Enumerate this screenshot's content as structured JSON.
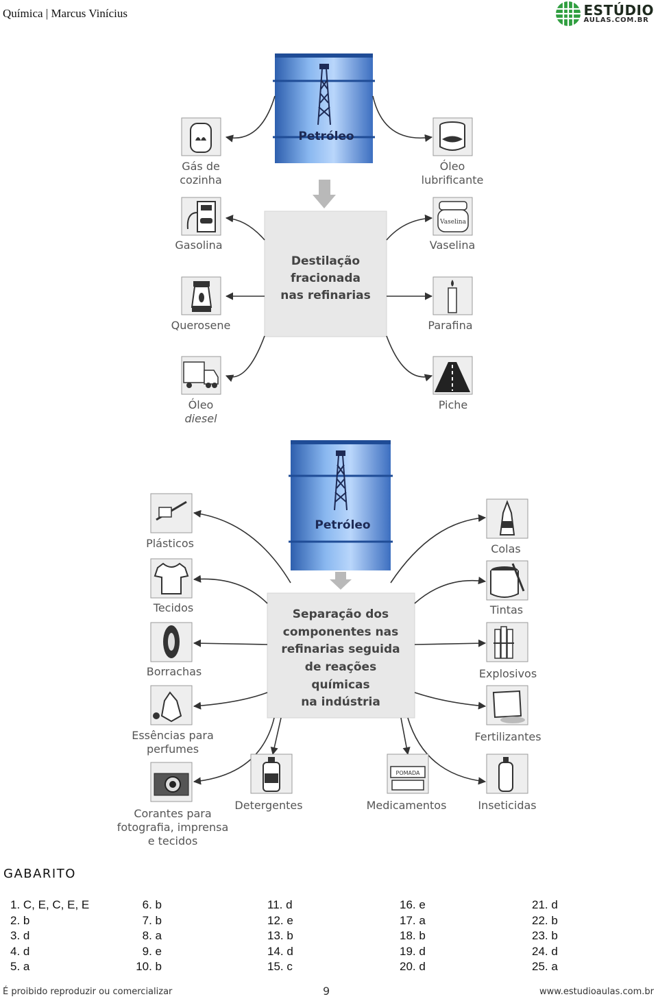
{
  "header": {
    "title": "Química | Marcus Vinícius",
    "logo_main": "ESTÚDIO",
    "logo_sub": "AULAS.COM.BR"
  },
  "diagram1": {
    "drum_label": "Petróleo",
    "center_lines": [
      "Destilação",
      "fracionada",
      "nas refinarias"
    ],
    "left_items": [
      {
        "lines": [
          "Gás de",
          "cozinha"
        ],
        "icon": "gas-cylinder-icon"
      },
      {
        "lines": [
          "Gasolina"
        ],
        "icon": "fuel-pump-icon"
      },
      {
        "lines": [
          "Querosene"
        ],
        "icon": "lantern-icon"
      },
      {
        "lines": [
          "Óleo",
          "diesel"
        ],
        "icon": "truck-icon"
      }
    ],
    "right_items": [
      {
        "lines": [
          "Óleo",
          "lubrificante"
        ],
        "icon": "oil-can-icon"
      },
      {
        "lines": [
          "Vaselina"
        ],
        "icon": "jar-icon"
      },
      {
        "lines": [
          "Parafina"
        ],
        "icon": "candle-icon"
      },
      {
        "lines": [
          "Piche"
        ],
        "icon": "road-icon"
      }
    ]
  },
  "diagram2": {
    "drum_label": "Petróleo",
    "center_lines": [
      "Separação dos",
      "componentes nas",
      "refinarias seguida",
      "de reações",
      "químicas",
      "na indústria"
    ],
    "left_items": [
      {
        "lines": [
          "Plásticos"
        ],
        "icon": "plastic-icon"
      },
      {
        "lines": [
          "Tecidos"
        ],
        "icon": "tshirt-icon"
      },
      {
        "lines": [
          "Borrachas"
        ],
        "icon": "tire-icon"
      },
      {
        "lines": [
          "Essências para",
          "perfumes"
        ],
        "icon": "perfume-icon"
      },
      {
        "lines": [
          "Corantes para",
          "fotografia, imprensa",
          "e tecidos"
        ],
        "icon": "camera-icon"
      }
    ],
    "right_items": [
      {
        "lines": [
          "Colas"
        ],
        "icon": "glue-icon"
      },
      {
        "lines": [
          "Tintas"
        ],
        "icon": "paint-can-icon"
      },
      {
        "lines": [
          "Explosivos"
        ],
        "icon": "explosives-icon"
      },
      {
        "lines": [
          "Fertilizantes"
        ],
        "icon": "fertilizer-bag-icon"
      },
      {
        "lines": [
          "Inseticidas"
        ],
        "icon": "spray-can-icon"
      }
    ],
    "bottom_items": [
      {
        "lines": [
          "Detergentes"
        ],
        "icon": "detergent-bottle-icon"
      },
      {
        "lines": [
          "Medicamentos"
        ],
        "icon": "medicine-icon",
        "icon_text": "POMADA"
      }
    ],
    "vaselina_label_on_jar": "Vaselina"
  },
  "gabarito": {
    "title": "GABARITO",
    "columns": [
      [
        "1. C, E, C, E, E",
        "2. b",
        "3. d",
        "4. d",
        "5. a"
      ],
      [
        "6. b",
        "7. b",
        "8. a",
        "9. e",
        "10. b"
      ],
      [
        "11. d",
        "12. e",
        "13. b",
        "14. d",
        "15. c"
      ],
      [
        "16. e",
        "17. a",
        "18. b",
        "19. d",
        "20. d"
      ],
      [
        "21. d",
        "22. b",
        "23. b",
        "24. d",
        "25. a"
      ]
    ]
  },
  "footer": {
    "notice": "É proibido reproduzir ou comercializar",
    "page": "9",
    "site": "www.estudioaulas.com.br"
  }
}
